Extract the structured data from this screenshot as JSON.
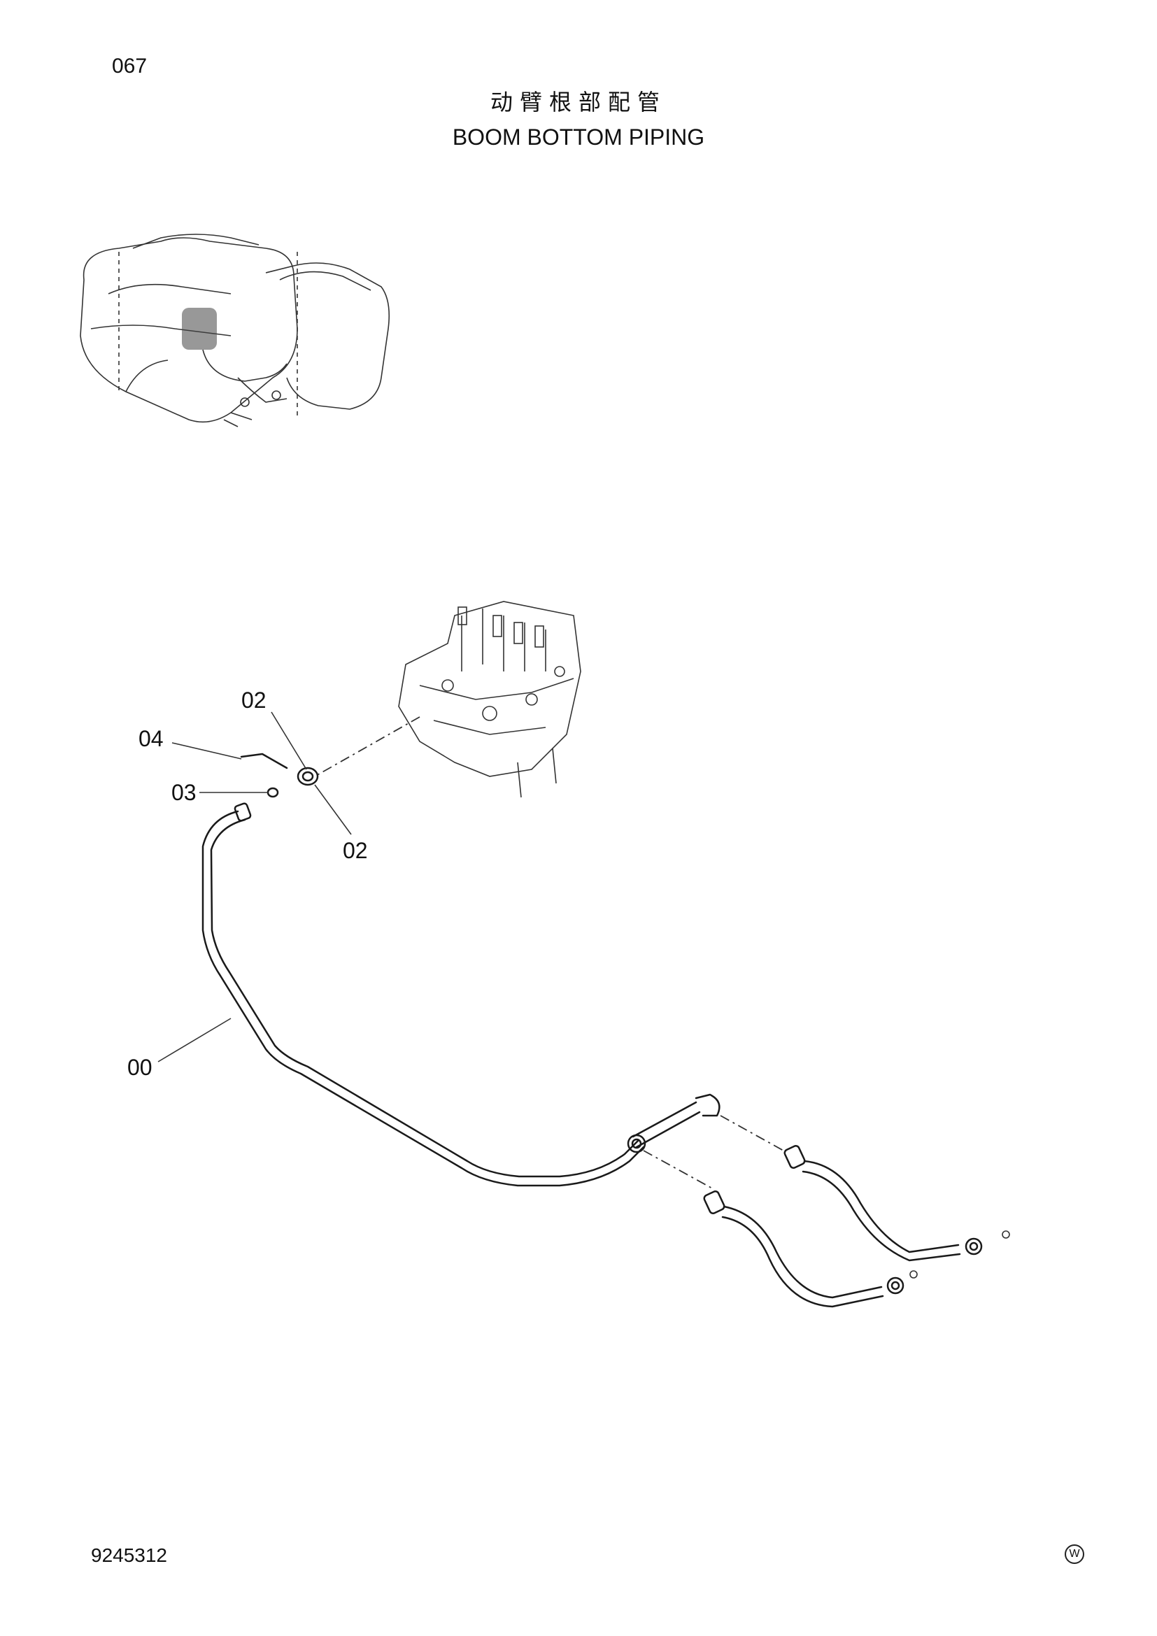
{
  "page_number": "067",
  "title_cn": "动臂根部配管",
  "title_en": "BOOM BOTTOM PIPING",
  "callouts": {
    "c02_top": "02",
    "c04": "04",
    "c03": "03",
    "c02_bottom": "02",
    "c00": "00"
  },
  "drawing_number": "9245312",
  "corner_mark": "W"
}
